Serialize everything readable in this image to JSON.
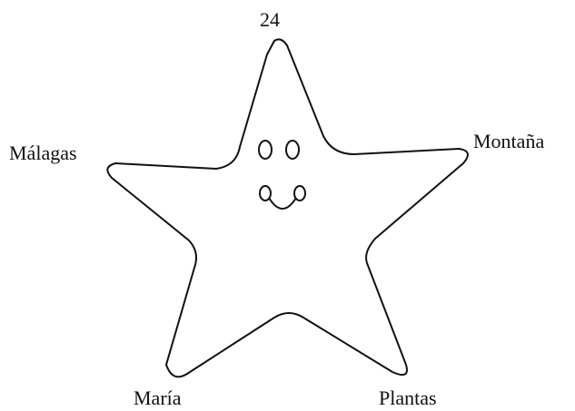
{
  "labels": {
    "top": "24",
    "left": "Málagas",
    "right": "Montaña",
    "bottom_left": "María",
    "bottom_right": "Plantas"
  },
  "colors": {
    "stroke": "#111111",
    "fill": "#ffffff"
  }
}
